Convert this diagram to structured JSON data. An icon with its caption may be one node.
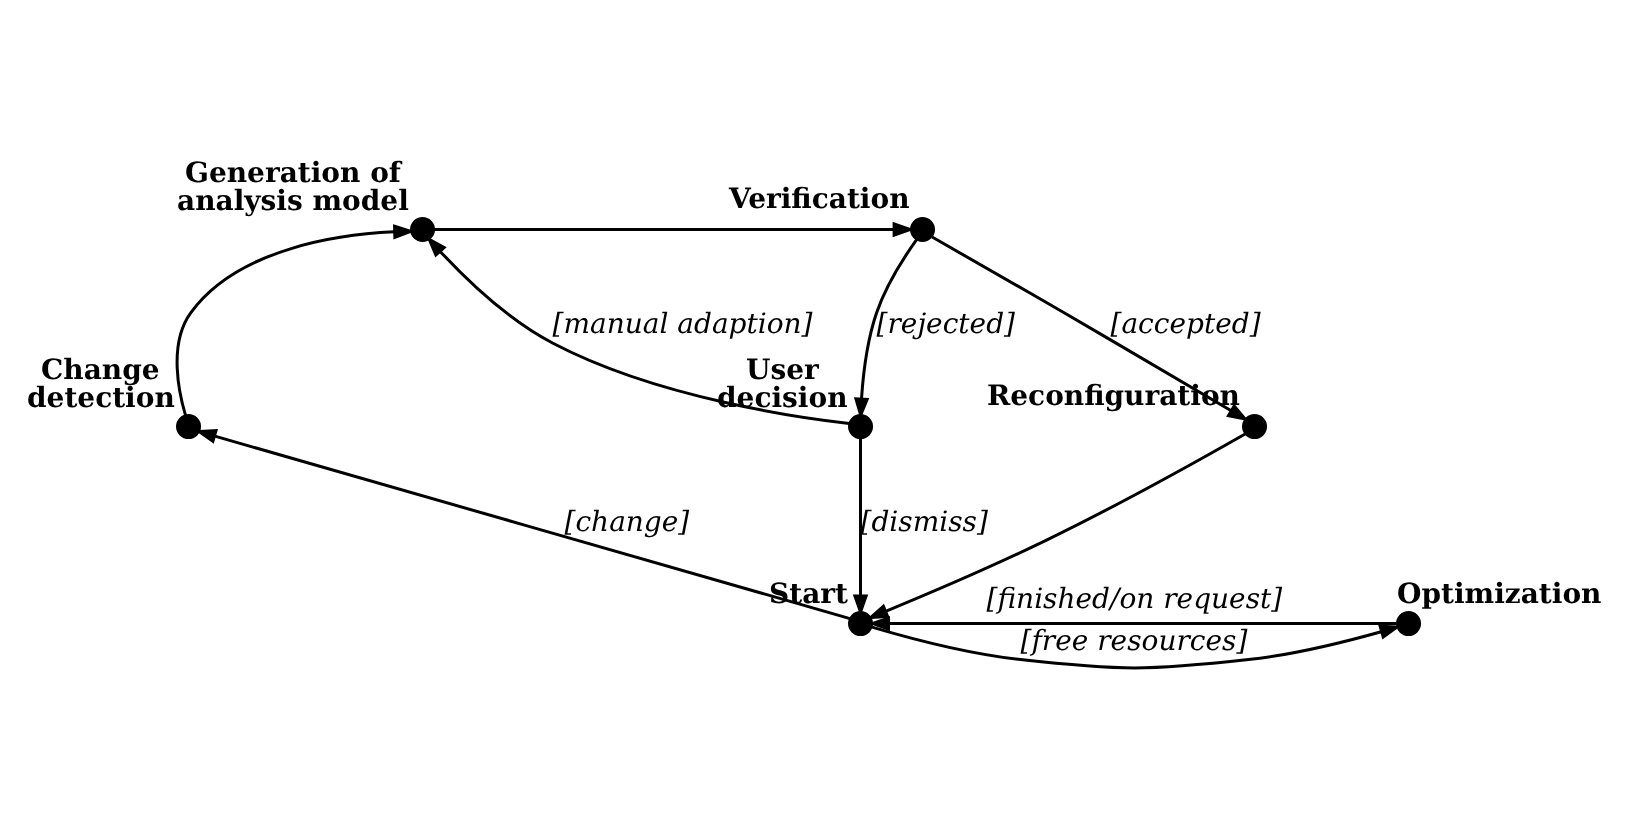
{
  "diagram": {
    "nodes": [
      {
        "text": [],
        "shape": "circle",
        "beside": [
          "Generation of analysis model"
        ]
      },
      {
        "text": [],
        "shape": "circle",
        "beside": [
          "Verification"
        ]
      },
      {
        "text": [],
        "shape": "circle",
        "beside": [
          "Change detection"
        ]
      },
      {
        "text": [],
        "shape": "circle",
        "beside": [
          "User decision"
        ]
      },
      {
        "text": [],
        "shape": "circle",
        "beside": [
          "Reconfiguration"
        ]
      },
      {
        "text": [],
        "shape": "circle",
        "beside": [
          "Start"
        ]
      },
      {
        "text": [],
        "shape": "circle",
        "beside": [
          "Optimization"
        ]
      }
    ],
    "edges": [
      {
        "from": 0,
        "to": 1,
        "arrow": "to"
      },
      {
        "from": 1,
        "to": 3,
        "arrow": "to",
        "label": "[rejected]"
      },
      {
        "from": 1,
        "to": 4,
        "arrow": "to",
        "label": "[accepted]"
      },
      {
        "from": 3,
        "to": 0,
        "arrow": "to",
        "label": "[manual adaption]"
      },
      {
        "from": 3,
        "to": 5,
        "arrow": "to",
        "label": "[dismiss]"
      },
      {
        "from": 2,
        "to": 0,
        "arrow": "to"
      },
      {
        "from": 5,
        "to": 2,
        "arrow": "to",
        "label": "[change]"
      },
      {
        "from": 4,
        "to": 5,
        "arrow": "to"
      },
      {
        "from": 5,
        "to": 6,
        "arrow": "to",
        "label": "[free resources]"
      },
      {
        "from": 6,
        "to": 5,
        "arrow": "to",
        "label": "[finished/on request]"
      }
    ]
  }
}
